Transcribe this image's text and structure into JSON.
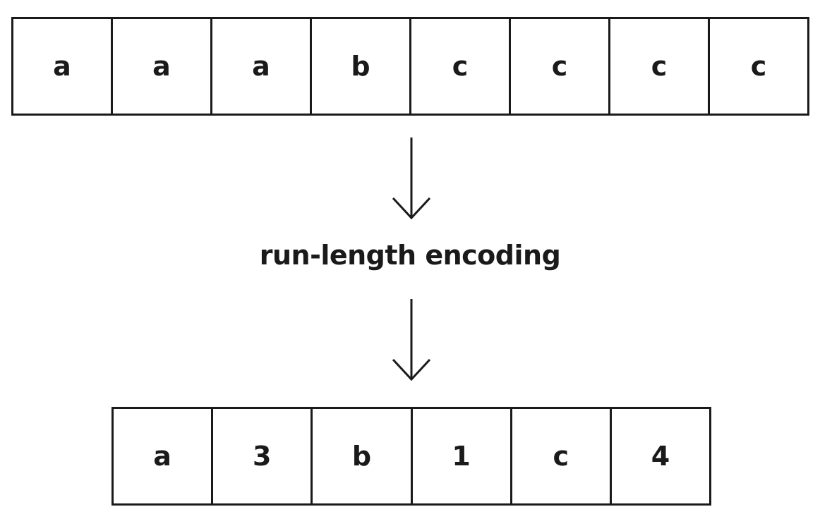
{
  "input_sequence": [
    "a",
    "a",
    "a",
    "b",
    "c",
    "c",
    "c",
    "c"
  ],
  "process_label": "run-length encoding",
  "encoded_sequence": [
    "a",
    "3",
    "b",
    "1",
    "c",
    "4"
  ]
}
